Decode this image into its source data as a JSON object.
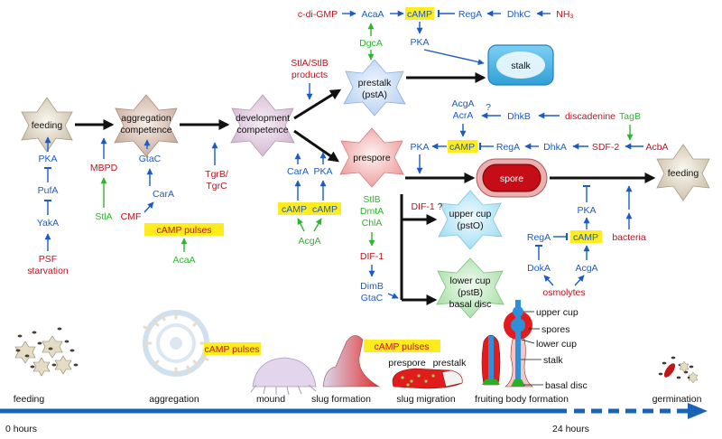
{
  "stages": {
    "feeding1": "feeding",
    "aggregation_competence": [
      "aggregation",
      "competence"
    ],
    "development_competence": [
      "development",
      "competence"
    ],
    "prestalk": [
      "prestalk",
      "(pstA)"
    ],
    "prespore": "prespore",
    "stalk": "stalk",
    "spore": "spore",
    "feeding2": "feeding",
    "upper_cup": [
      "upper cup",
      "(pstO)"
    ],
    "lower_cup": [
      "lower cup",
      "(pstB)",
      "basal disc"
    ]
  },
  "top_chain": {
    "cdigmp": "c-di-GMP",
    "acaa": "AcaA",
    "camp": "cAMP",
    "rega": "RegA",
    "dhkc": "DhkC",
    "nh3": "NH₃",
    "dgca": "DgcA",
    "pka": "PKA"
  },
  "stl_products": [
    "StlA/StlB",
    "products"
  ],
  "left_pathway": {
    "pka": "PKA",
    "pufa": "PufA",
    "yaka": "YakA",
    "psf": "PSF",
    "starvation": "starvation",
    "mbpd": "MBPD",
    "stla": "StlA",
    "gtac": "GtaC",
    "cara": "CarA",
    "cmf": "CMF",
    "camp_pulses": "cAMP pulses",
    "acaa": "AcaA",
    "tgrb": "TgrB/",
    "tgrc": "TgrC"
  },
  "middle_pathway": {
    "cara": "CarA",
    "pka": "PKA",
    "camp1": "cAMP",
    "camp2": "cAMP",
    "acga": "AcgA",
    "stlb": "StlB",
    "dmta": "DmtA",
    "chla": "ChlA",
    "dif1": "DIF-1",
    "dif1q": "DIF-1 ?",
    "dimb": "DimB",
    "gtac": "GtaC"
  },
  "spore_pathway": {
    "acga": "AcgA",
    "acra": "AcrA",
    "q": "?",
    "dhkb": "DhkB",
    "discadenine": "discadenine",
    "tagb": "TagB",
    "camp": "cAMP",
    "rega": "RegA",
    "dhka": "DhkA",
    "sdf2": "SDF-2",
    "acba": "AcbA",
    "pka_left": "PKA"
  },
  "germination_pathway": {
    "pka": "PKA",
    "rega": "RegA",
    "camp": "cAMP",
    "bacteria": "bacteria",
    "doka": "DokA",
    "acga": "AcgA",
    "osmolytes": "osmolytes"
  },
  "timeline": {
    "camp_pulses_1": "cAMP pulses",
    "camp_pulses_2": "cAMP pulses",
    "prespore": "prespore",
    "prestalk": "prestalk",
    "upper_cup": "upper cup",
    "spores": "spores",
    "lower_cup": "lower cup",
    "stalk": "stalk",
    "basal_disc": "basal disc",
    "labels": [
      "feeding",
      "aggregation",
      "mound",
      "slug formation",
      "slug migration",
      "fruiting body formation",
      "germination"
    ],
    "hours_0": "0 hours",
    "hours_24": "24 hours"
  },
  "colors": {
    "red": "#c0121b",
    "blue": "#1d5bc4",
    "green": "#2fb52f",
    "highlight": "#ffec1f"
  }
}
